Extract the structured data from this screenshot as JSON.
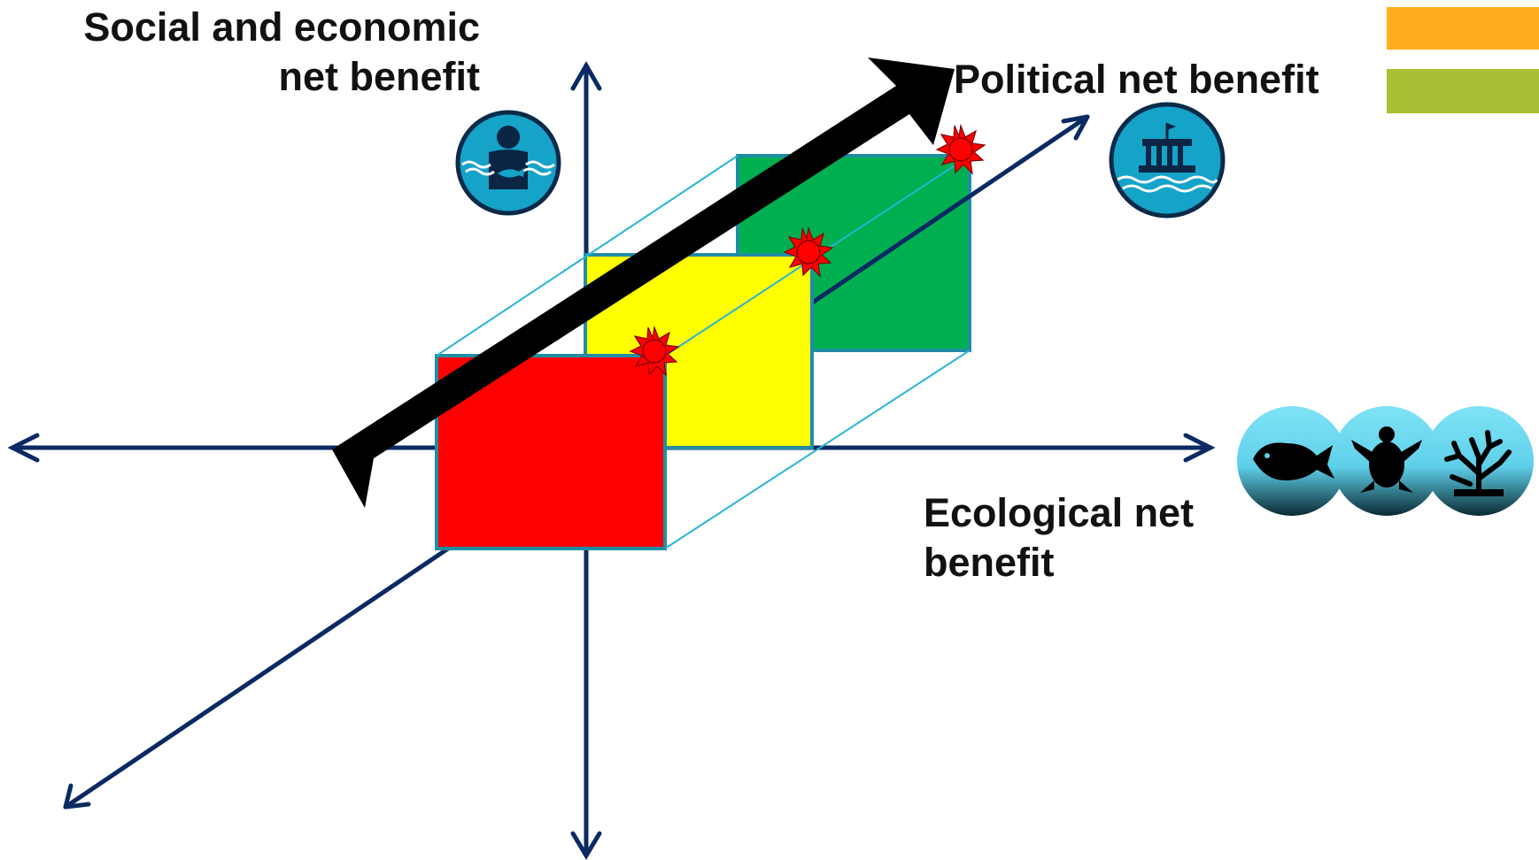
{
  "labels": {
    "social_line1": "Social and economic",
    "social_line2": "net benefit",
    "political": "Political net benefit",
    "ecological_line1": "Ecological net",
    "ecological_line2": "benefit"
  },
  "colors": {
    "axis": "#0b2a63",
    "box_red": "#ff0000",
    "box_yellow": "#ffff00",
    "box_green": "#00b050",
    "box_border": "#1f8ea5",
    "connector": "#27b4d6",
    "main_arrow": "#000000",
    "star": "#ff0000",
    "icon_bg": "#15a3c8",
    "icon_ring": "#0b2a4a",
    "icon_glyph": "#0b2545",
    "eco_gradient_top": "#7fe3f6",
    "eco_gradient_bottom": "#0a2a33",
    "swatch_orange": "#ffad1e",
    "swatch_olive": "#a8c033"
  },
  "icons": {
    "social": "person-with-fish-icon",
    "political": "government-building-icon",
    "ecological": [
      "fish-icon",
      "sea-turtle-icon",
      "coral-icon"
    ]
  },
  "legend_swatches": [
    "orange",
    "olive-green"
  ]
}
